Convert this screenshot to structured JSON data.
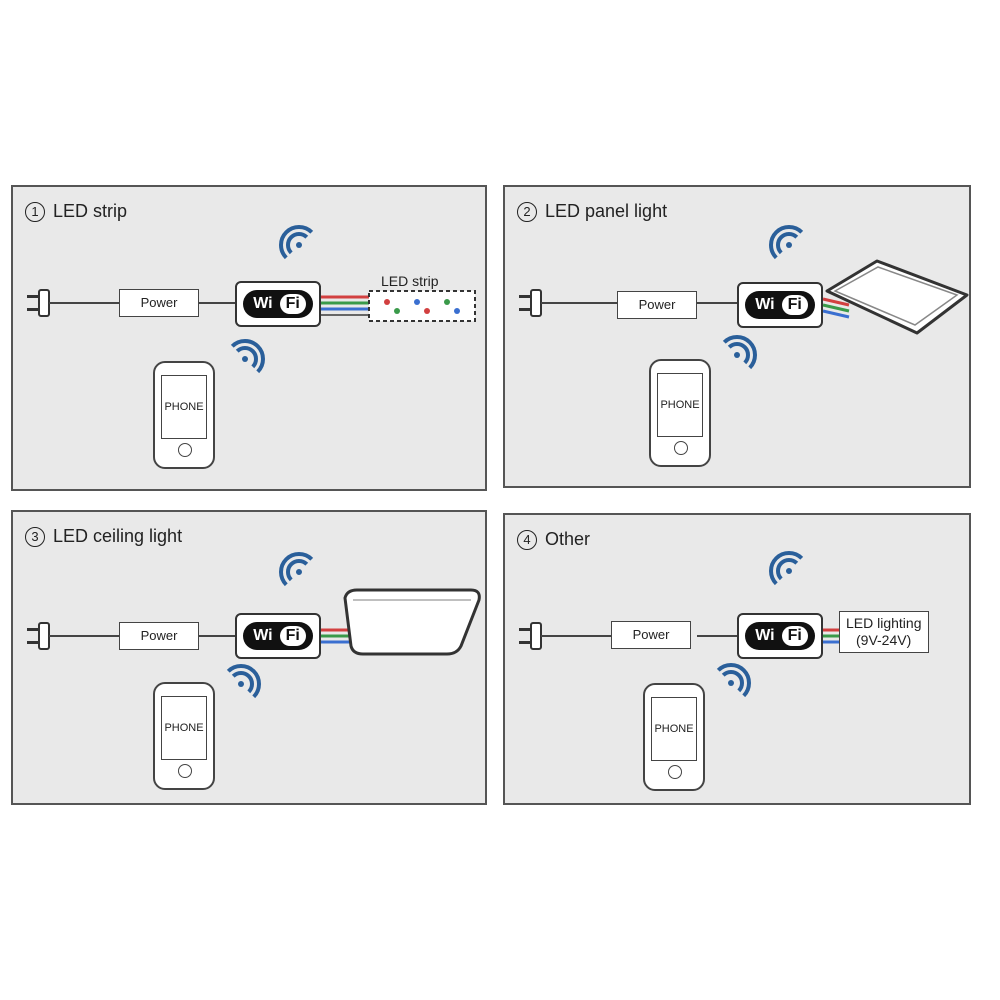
{
  "panels": [
    {
      "number": "1",
      "title": "LED strip",
      "power_label": "Power",
      "phone_label": "PHONE",
      "device_label": "LED strip"
    },
    {
      "number": "2",
      "title": "LED panel light",
      "power_label": "Power",
      "phone_label": "PHONE"
    },
    {
      "number": "3",
      "title": "LED ceiling light",
      "power_label": "Power",
      "phone_label": "PHONE"
    },
    {
      "number": "4",
      "title": "Other",
      "power_label": "Power",
      "phone_label": "PHONE",
      "device_label_line1": "LED lighting",
      "device_label_line2": "(9V-24V)"
    }
  ],
  "wifi_module": {
    "left": "Wi",
    "right": "Fi"
  },
  "colors": {
    "wifi_signal": "#2a5f9a",
    "wire_red": "#d24040",
    "wire_green": "#3a9a4a",
    "wire_blue": "#3a6fd0"
  }
}
